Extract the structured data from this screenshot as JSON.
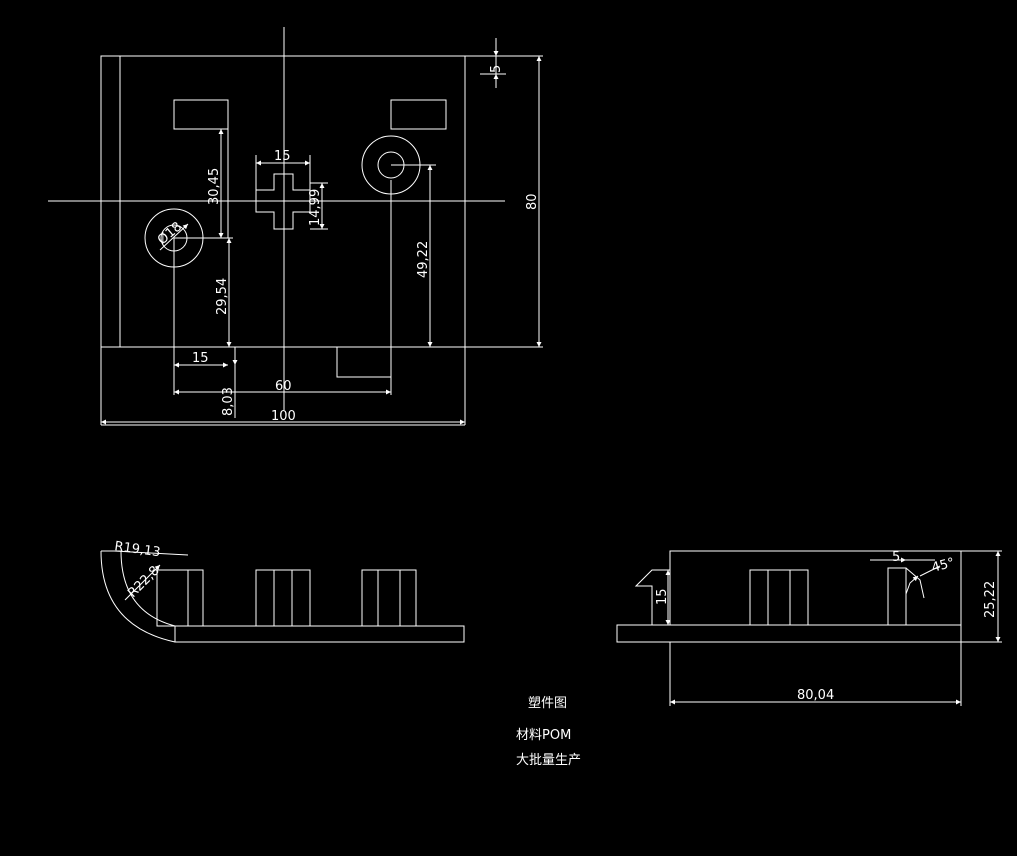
{
  "drawing": {
    "top_view": {
      "dims": {
        "d5": "5",
        "d80": "80",
        "d15_top": "15",
        "d14_99": "14,99",
        "d30_45": "30,45",
        "d29_54": "29,54",
        "d49_22": "49,22",
        "d15_bottom": "15",
        "d60": "60",
        "d8_03": "8,03",
        "d100": "100",
        "d_hole": "Ø18"
      }
    },
    "section_view": {
      "dims": {
        "r19_13": "R19,13",
        "r22_8": "R22,8"
      }
    },
    "side_view": {
      "dims": {
        "d5": "5",
        "angle": "45°",
        "d15": "15",
        "d25_22": "25,22",
        "d80_04": "80,04"
      }
    },
    "notes": {
      "title": "塑件图",
      "material": "材料POM",
      "production": "大批量生产"
    }
  }
}
